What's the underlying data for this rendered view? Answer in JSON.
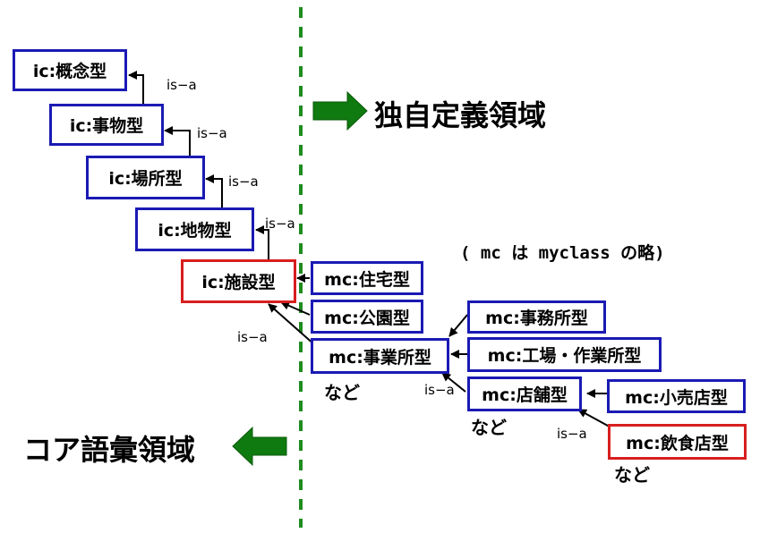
{
  "nodes": {
    "ic_gainen": "ic:概念型",
    "ic_jibutsu": "ic:事物型",
    "ic_basho": "ic:場所型",
    "ic_chibutsu": "ic:地物型",
    "ic_shisetsu": "ic:施設型",
    "mc_jutaku": "mc:住宅型",
    "mc_koen": "mc:公園型",
    "mc_jigyosho": "mc:事業所型",
    "mc_jimusho": "mc:事務所型",
    "mc_kojo": "mc:工場・作業所型",
    "mc_tenpo": "mc:店舗型",
    "mc_kouri": "mc:小売店型",
    "mc_inshoku": "mc:飲食店型"
  },
  "relation_label": "is−a",
  "etc_label": "など",
  "regions": {
    "custom": "独自定義領域",
    "core": "コア語彙領域"
  },
  "note": "( mc は myclass の略)",
  "colors": {
    "box_border": "#1a1ab4",
    "highlight_border": "#d81e1e",
    "region_arrow": "#0f7a0f",
    "divider": "#1e8c1e"
  },
  "icons": [
    "arrow-right-icon",
    "arrow-left-icon"
  ]
}
